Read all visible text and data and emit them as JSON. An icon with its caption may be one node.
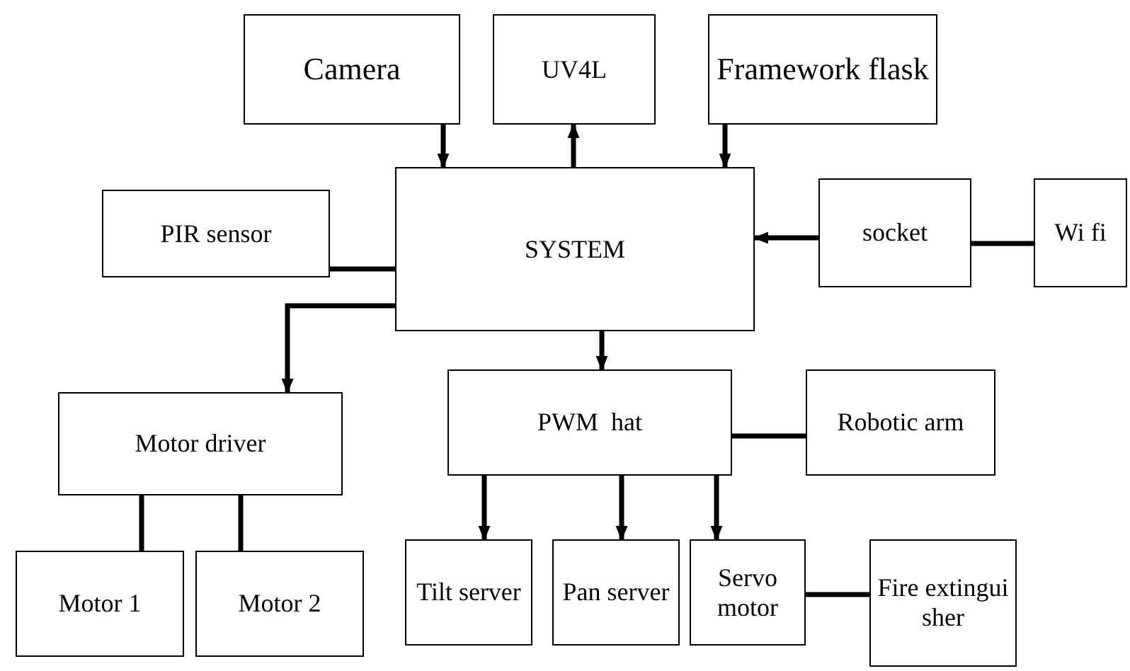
{
  "diagram": {
    "nodes": [
      {
        "text": [
          "Camera"
        ]
      },
      {
        "text": [
          "UV4L"
        ]
      },
      {
        "text": [
          "Framework flask"
        ]
      },
      {
        "text": [
          "PIR sensor"
        ]
      },
      {
        "text": [
          "SYSTEM"
        ]
      },
      {
        "text": [
          "socket"
        ]
      },
      {
        "text": [
          "Wi fi"
        ]
      },
      {
        "text": [
          "PWM  hat"
        ]
      },
      {
        "text": [
          "Robotic arm"
        ]
      },
      {
        "text": [
          "Motor driver"
        ]
      },
      {
        "text": [
          "Motor 1"
        ]
      },
      {
        "text": [
          "Motor 2"
        ]
      },
      {
        "text": [
          "Tilt server"
        ]
      },
      {
        "text": [
          "Pan server"
        ]
      },
      {
        "text": [
          "Servo motor"
        ]
      },
      {
        "text": [
          "Fire extingui sher"
        ]
      }
    ],
    "edges": [
      {
        "from": 0,
        "to": 4,
        "arrow": "to"
      },
      {
        "from": 4,
        "to": 1,
        "arrow": "to"
      },
      {
        "from": 2,
        "to": 4,
        "arrow": "to"
      },
      {
        "from": 3,
        "to": 4,
        "arrow": "none"
      },
      {
        "from": 5,
        "to": 4,
        "arrow": "to"
      },
      {
        "from": 6,
        "to": 5,
        "arrow": "none"
      },
      {
        "from": 4,
        "to": 9,
        "arrow": "to"
      },
      {
        "from": 4,
        "to": 7,
        "arrow": "to"
      },
      {
        "from": 7,
        "to": 8,
        "arrow": "none"
      },
      {
        "from": 9,
        "to": 10,
        "arrow": "none"
      },
      {
        "from": 9,
        "to": 11,
        "arrow": "none"
      },
      {
        "from": 7,
        "to": 12,
        "arrow": "to"
      },
      {
        "from": 7,
        "to": 13,
        "arrow": "to"
      },
      {
        "from": 7,
        "to": 14,
        "arrow": "to"
      },
      {
        "from": 14,
        "to": 15,
        "arrow": "none"
      }
    ]
  }
}
